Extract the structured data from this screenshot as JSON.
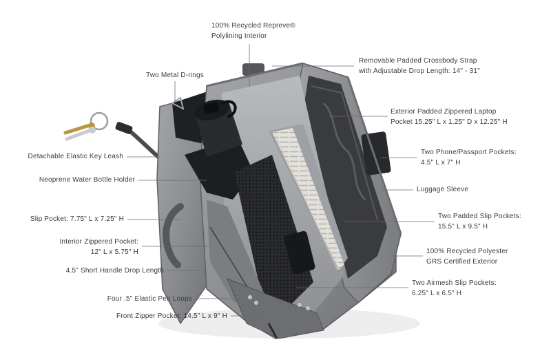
{
  "callouts": {
    "recycled_lining": [
      "100% Recycled Repreve®",
      "Polylining Interior"
    ],
    "d_rings": [
      "Two Metal D-rings"
    ],
    "crossbody_strap": [
      "Removable Padded Crossbody Strap",
      "with Adjustable Drop Length: 14\" - 31\""
    ],
    "laptop_pocket": [
      "Exterior Padded Zippered Laptop",
      "Pocket 15.25\" L x 1.25\" D x 12.25\" H"
    ],
    "key_leash": [
      "Detachable Elastic Key Leash"
    ],
    "phone_pockets": [
      "Two Phone/Passport Pockets:",
      "4.5\" L x 7\" H"
    ],
    "bottle_holder": [
      "Neoprene Water Bottle Holder"
    ],
    "luggage_sleeve": [
      "Luggage Sleeve"
    ],
    "slip_pocket": [
      "Slip Pocket: 7.75\" L x 7.25\" H"
    ],
    "padded_slip": [
      "Two Padded Slip Pockets:",
      "15.5\" L x 9.5\" H"
    ],
    "interior_zip": [
      "Interior Zippered Pocket:",
      "12\" L x 5.75\" H"
    ],
    "recycled_exterior": [
      "100% Recycled Polyester",
      "GRS Certified Exterior"
    ],
    "handle_drop": [
      "4.5\" Short Handle Drop Length"
    ],
    "airmesh": [
      "Two Airmesh Slip Pockets:",
      "6.25\" L x 6.5\" H"
    ],
    "pen_loops": [
      "Four .5\" Elastic Pen Loops"
    ],
    "front_zip": [
      "Front Zipper Pocket: 14.5\" L x 9\" H"
    ]
  },
  "colors": {
    "bag_exterior": "#8d8f93",
    "bag_dark": "#2b2c2f",
    "leader_line": "#6a6a6a",
    "label_text": "#3a3a3a"
  },
  "icons": [
    "key-icon"
  ]
}
